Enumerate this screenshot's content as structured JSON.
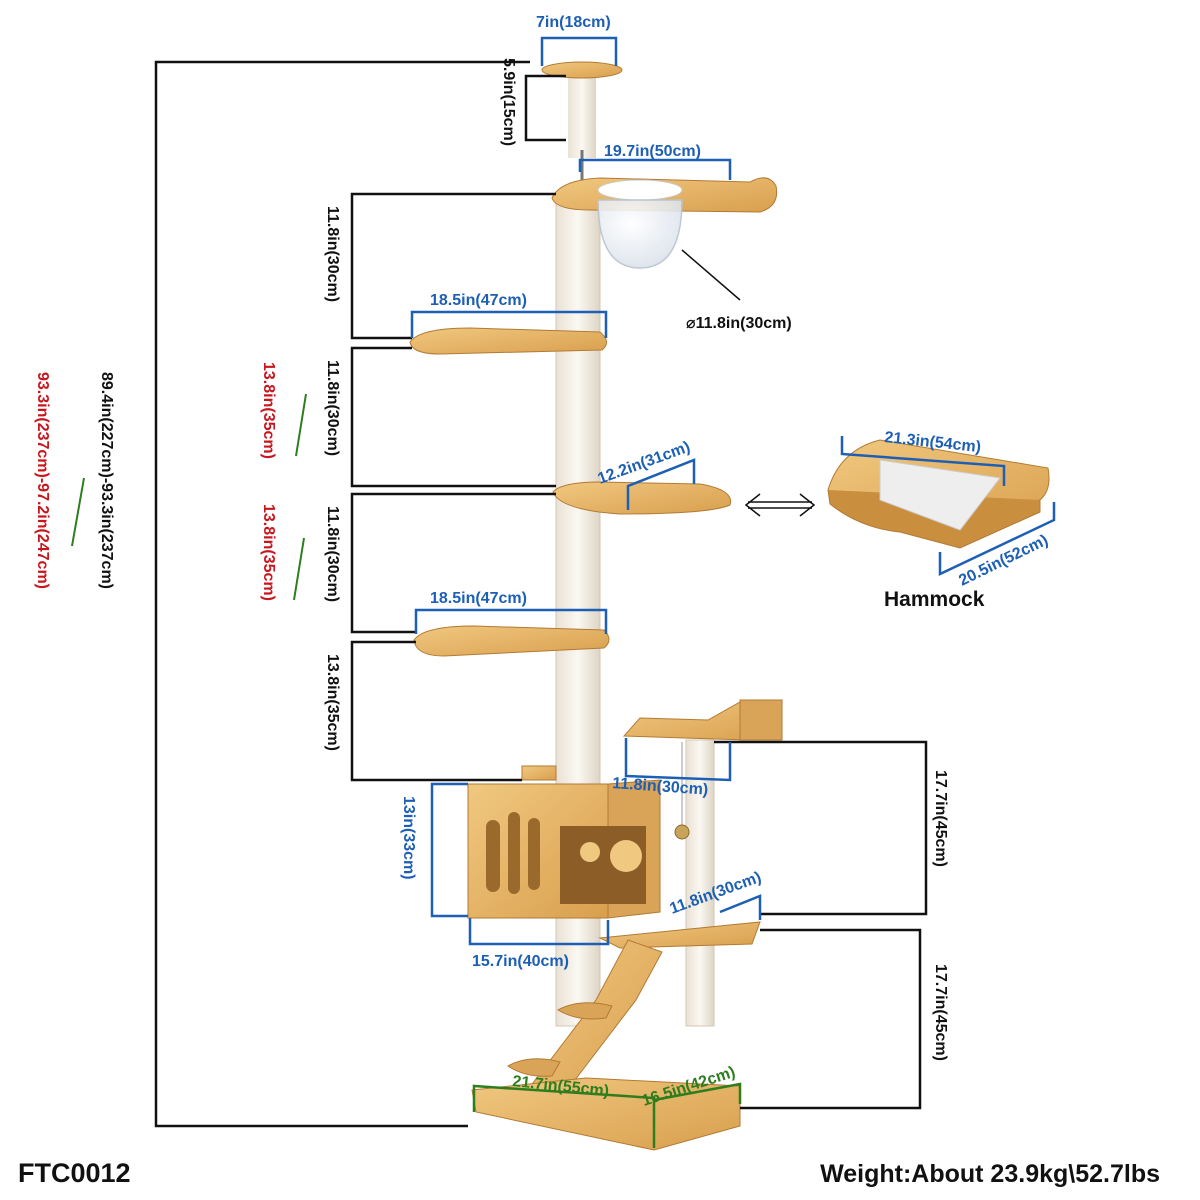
{
  "product_code": "FTC0012",
  "weight": "Weight:About 23.9kg\\52.7lbs",
  "hammock_title": "Hammock",
  "total_height": "89.4in(227cm)-93.3in(237cm)",
  "total_height_alt": "93.3in(237cm)-97.2in(247cm)",
  "dims": {
    "top_perch_width": "7in(18cm)",
    "top_post_height": "5.9in(15cm)",
    "capsule_platform_width": "19.7in(50cm)",
    "capsule_diameter": "⌀11.8in(30cm)",
    "gap_1": "11.8in(30cm)",
    "platform_1_width": "18.5in(47cm)",
    "gap_2": "11.8in(30cm)",
    "gap_2_alt": "13.8in(35cm)",
    "platform_2_width": "12.2in(31cm)",
    "gap_3": "11.8in(30cm)",
    "gap_3_alt": "13.8in(35cm)",
    "platform_3_width": "18.5in(47cm)",
    "gap_4": "13.8in(35cm)",
    "condo_height": "13in(33cm)",
    "condo_width": "15.7in(40cm)",
    "basket_width": "11.8in(30cm)",
    "side_platform_width": "11.8in(30cm)",
    "upper_side_height": "17.7in(45cm)",
    "lower_side_height": "17.7in(45cm)",
    "base_length": "21.7in(55cm)",
    "base_depth": "16.5in(42cm)",
    "hammock_length": "21.3in(54cm)",
    "hammock_width": "20.5in(52cm)"
  },
  "colors": {
    "wood": "#e3b268",
    "wood_dark": "#c98f3f",
    "post": "#f4efe6",
    "blue": "#1d5fb4",
    "black": "#111111",
    "red": "#c8161d",
    "green": "#2e7d1e"
  }
}
